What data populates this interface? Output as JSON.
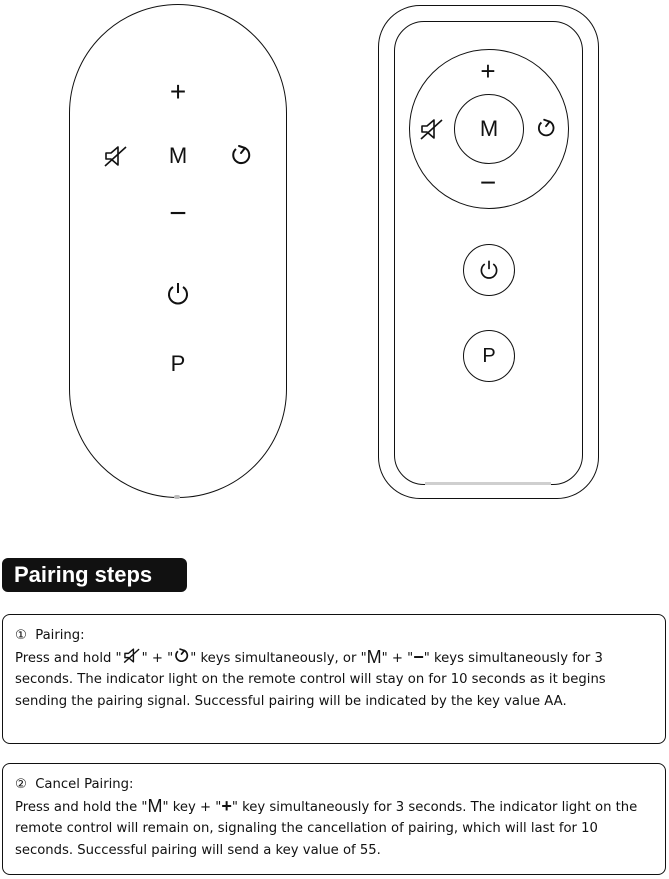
{
  "left_remote": {
    "buttons": {
      "plus": "+",
      "minus": "−",
      "m": "M",
      "p": "P",
      "mute_icon": "mute-icon",
      "rotate_icon": "rotate-icon",
      "power_icon": "power-icon"
    }
  },
  "right_remote": {
    "buttons": {
      "plus": "+",
      "minus": "−",
      "m": "M",
      "p": "P",
      "mute_icon": "mute-icon",
      "rotate_icon": "rotate-icon",
      "power_icon": "power-icon"
    }
  },
  "section_title": "Pairing steps",
  "steps": [
    {
      "marker": "①",
      "heading": "Pairing:",
      "t1": "Press and hold \"",
      "t2": "\" + \"",
      "t3": "\" keys simultaneously, or \"",
      "key_m": "M",
      "t4": "\" + \"",
      "key_minus": "−",
      "t5": "\" keys simultaneously for 3 seconds. The indicator light on the remote control will stay on for 10 seconds as it begins sending the pairing signal. Successful pairing will be indicated by the key value AA."
    },
    {
      "marker": "②",
      "heading": "Cancel Pairing:",
      "t1": "Press and hold the \"",
      "key_m": "M",
      "t2": "\" key + \"",
      "key_plus": "+",
      "t3": "\" key simultaneously for 3 seconds. The indicator light on the remote control will remain on, signaling the cancellation of pairing, which will last for 10 seconds. Successful pairing will send a key value of 55."
    }
  ]
}
